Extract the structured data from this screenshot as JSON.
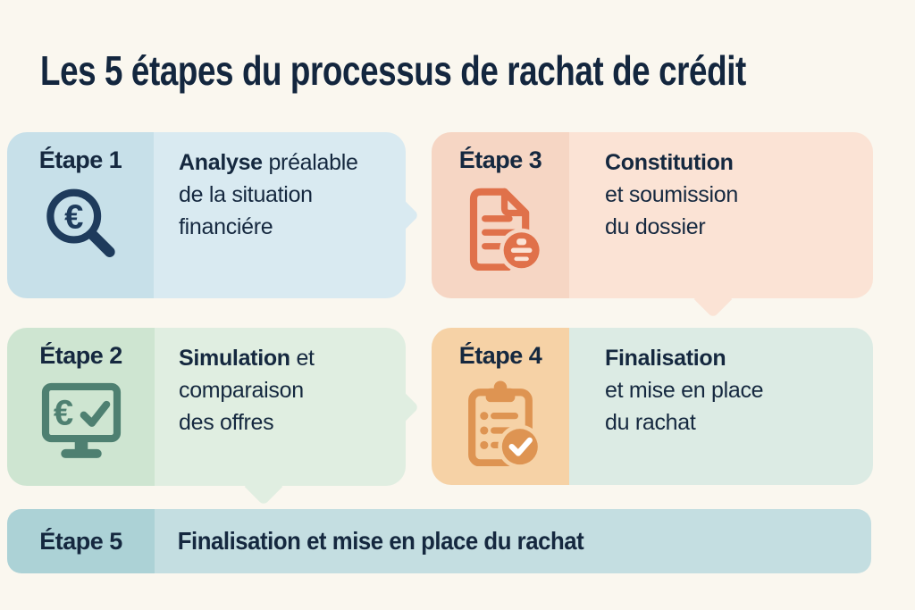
{
  "title": "Les 5 étapes du processus de rachat de crédit",
  "colors": {
    "background": "#FAF7EF",
    "text_navy": "#15283F",
    "icon_navy": "#1E3B5C",
    "icon_green": "#4E8071",
    "icon_orange": "#E0714A",
    "icon_amber": "#DE9452",
    "step1_left": "#C7E0E9",
    "step1_right": "#D9EAF1",
    "step2_left": "#CEE5D1",
    "step2_right": "#E0EEE1",
    "step3_left": "#F6D6C4",
    "step3_right": "#FBE3D5",
    "step4_left": "#F6D2A6",
    "step4_right": "#DCEBE4",
    "step5_left": "#ACD2D6",
    "step5_right": "#C4DEE1"
  },
  "steps": [
    {
      "label": "Étape 1",
      "icon": "magnifier-euro-icon",
      "text_bold": "Analyse",
      "text_rest": " préalable",
      "line2": "de la situation",
      "line3": "financiére"
    },
    {
      "label": "Étape 2",
      "icon": "monitor-euro-check-icon",
      "text_bold": "Simulation",
      "text_rest": " et",
      "line2": "comparaison",
      "line3": "des offres"
    },
    {
      "label": "Étape 3",
      "icon": "document-seal-icon",
      "text_bold": "Constitution",
      "text_rest": "",
      "line2": "et soumission",
      "line3": "du dossier"
    },
    {
      "label": "Étape 4",
      "icon": "clipboard-check-icon",
      "text_bold": "Finalisation",
      "text_rest": "",
      "line2": "et mise en place",
      "line3": "du rachat"
    },
    {
      "label": "Étape 5",
      "text": "Finalisation et mise en place du rachat"
    }
  ]
}
